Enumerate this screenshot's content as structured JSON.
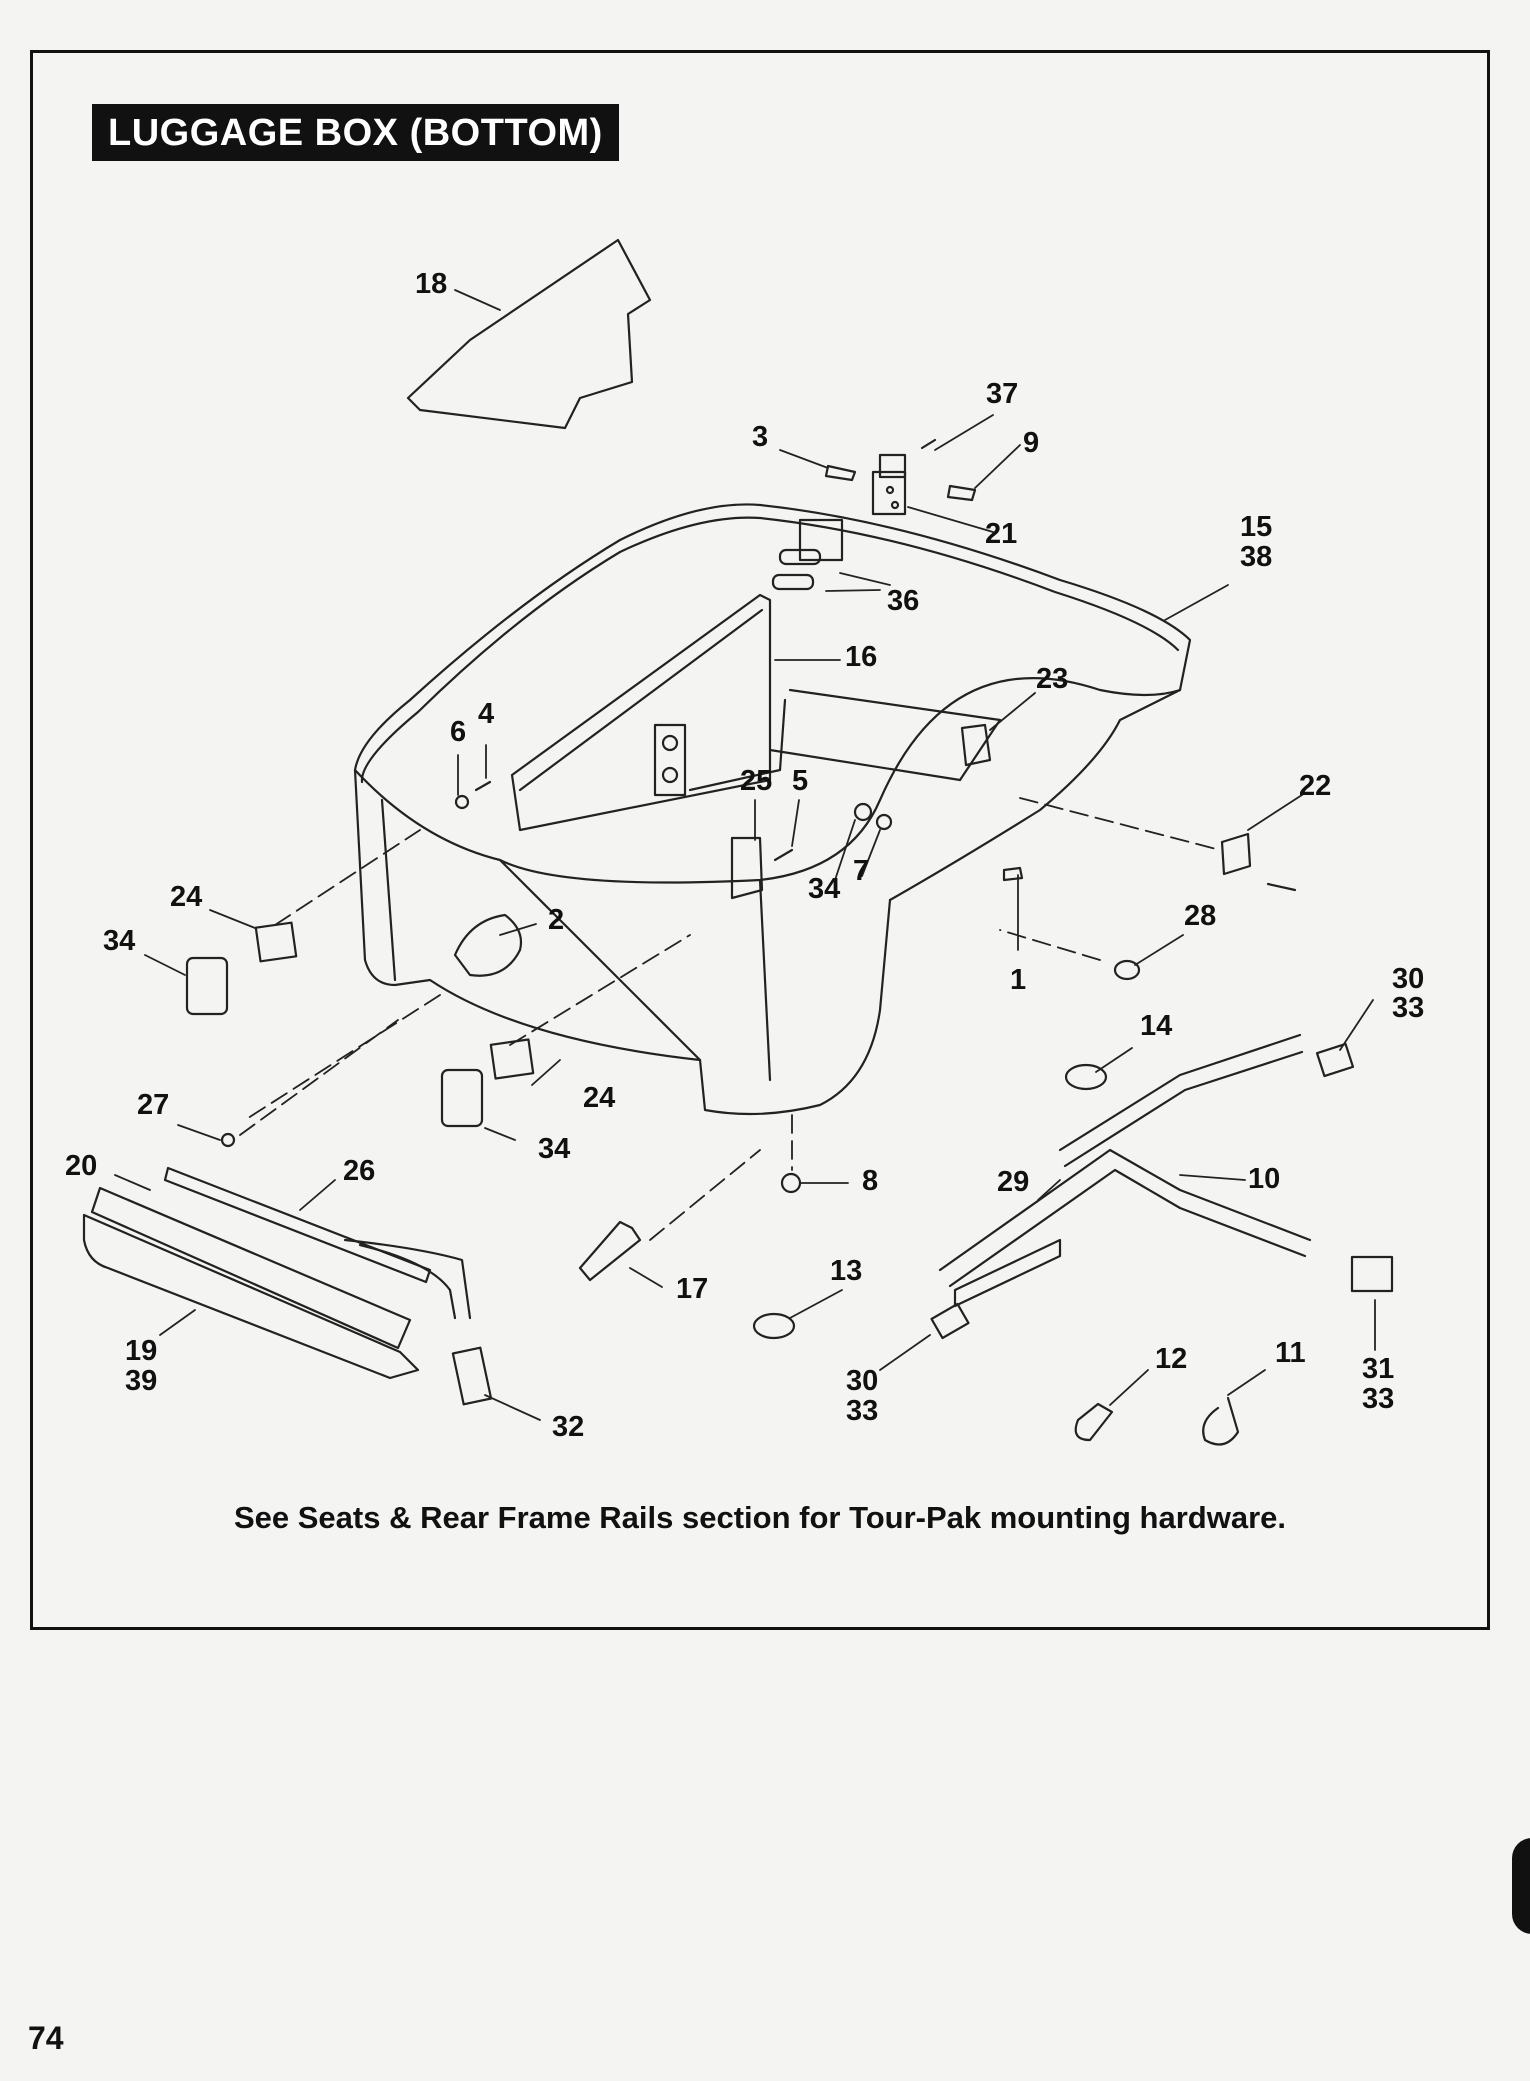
{
  "title": "LUGGAGE BOX (BOTTOM)",
  "footnote": "See Seats & Rear Frame Rails section for Tour-Pak mounting hardware.",
  "page_number": "74",
  "callouts": {
    "c1": "1",
    "c2": "2",
    "c3": "3",
    "c4": "4",
    "c5": "5",
    "c6": "6",
    "c7": "7",
    "c8": "8",
    "c9": "9",
    "c10": "10",
    "c11": "11",
    "c12": "12",
    "c13": "13",
    "c14": "14",
    "c15": "15",
    "c38": "38",
    "c16": "16",
    "c17": "17",
    "c18": "18",
    "c19": "19",
    "c39": "39",
    "c20": "20",
    "c21": "21",
    "c22": "22",
    "c23": "23",
    "c24a": "24",
    "c24b": "24",
    "c25": "25",
    "c26": "26",
    "c27": "27",
    "c28": "28",
    "c29": "29",
    "c30a": "30",
    "c33a": "33",
    "c30b": "30",
    "c33b": "33",
    "c31": "31",
    "c33c": "33",
    "c32": "32",
    "c34a": "34",
    "c34b": "34",
    "c34c": "34",
    "c36": "36",
    "c37": "37"
  }
}
